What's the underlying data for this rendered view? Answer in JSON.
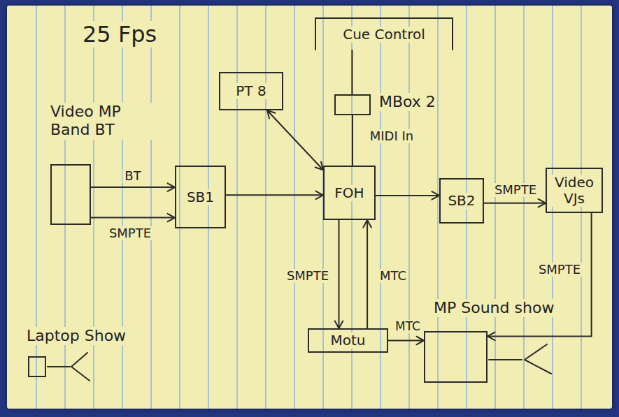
{
  "diagram": {
    "title": "25 Fps",
    "nodes": [
      {
        "text": [
          "Cue Control"
        ]
      },
      {
        "text": [
          "PT 8"
        ]
      },
      {
        "text": [
          "MBox 2"
        ]
      },
      {
        "text": [
          "Video MP Band BT"
        ]
      },
      {
        "text": [
          "SB1"
        ]
      },
      {
        "text": [
          "FOH"
        ]
      },
      {
        "text": [
          "SB2"
        ]
      },
      {
        "text": [
          "Video VJs"
        ]
      },
      {
        "text": [
          "Motu"
        ]
      },
      {
        "text": [
          "MP Sound show"
        ]
      },
      {
        "text": [
          "Laptop Show"
        ]
      }
    ],
    "edges": [
      {
        "from": 0,
        "to": 2,
        "arrow": "none"
      },
      {
        "from": 2,
        "to": 5,
        "label": "MIDI In",
        "arrow": "none"
      },
      {
        "from": 3,
        "to": 4,
        "label": "BT",
        "arrow": "to"
      },
      {
        "from": 3,
        "to": 4,
        "label": "SMPTE",
        "arrow": "to"
      },
      {
        "from": 4,
        "to": 5,
        "arrow": "to"
      },
      {
        "from": 5,
        "to": 1,
        "arrow": "both"
      },
      {
        "from": 5,
        "to": 6,
        "arrow": "to"
      },
      {
        "from": 6,
        "to": 7,
        "label": "SMPTE",
        "arrow": "to"
      },
      {
        "from": 7,
        "to": 9,
        "label": "SMPTE",
        "arrow": "to"
      },
      {
        "from": 5,
        "to": 8,
        "label": "SMPTE",
        "arrow": "to"
      },
      {
        "from": 8,
        "to": 5,
        "label": "MTC",
        "arrow": "to"
      },
      {
        "from": 8,
        "to": 9,
        "label": "MTC",
        "arrow": "to"
      }
    ]
  }
}
